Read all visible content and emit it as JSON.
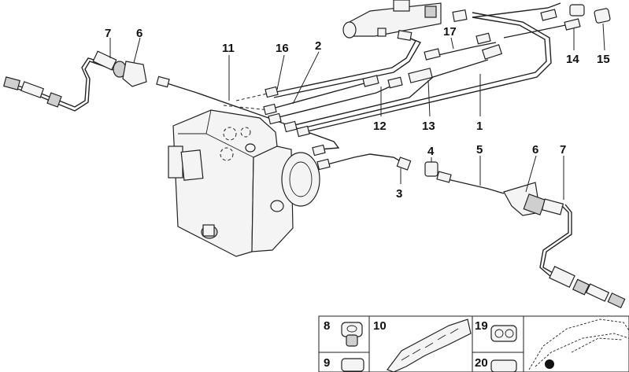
{
  "callouts": {
    "c7a": "7",
    "c6a": "6",
    "c11": "11",
    "c16": "16",
    "c2": "2",
    "c17": "17",
    "c14": "14",
    "c15": "15",
    "c12": "12",
    "c13": "13",
    "c1": "1",
    "c4": "4",
    "c5": "5",
    "c6b": "6",
    "c7b": "7",
    "c3": "3"
  },
  "inset": {
    "b8": "8",
    "b10": "10",
    "b19": "19",
    "b9": "9",
    "b20": "20"
  }
}
